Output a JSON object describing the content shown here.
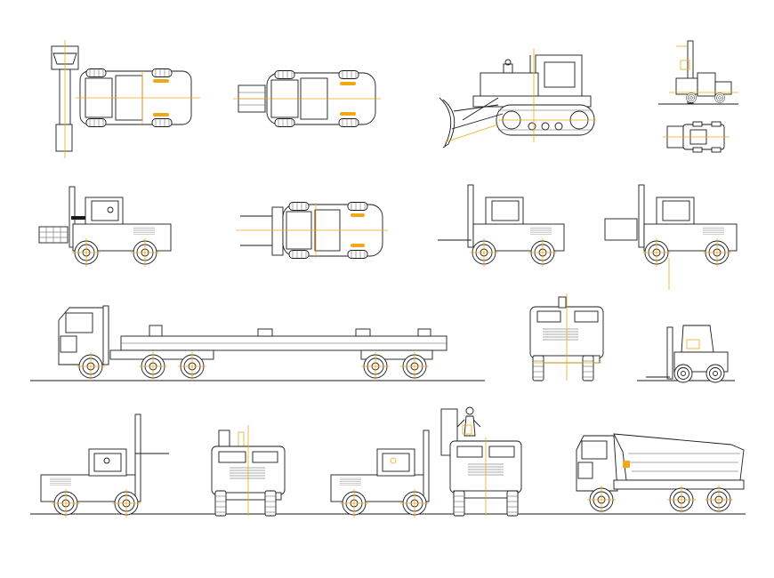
{
  "colors": {
    "background": "#ffffff",
    "linework": "#1a1a1a",
    "centerline": "#f0a818"
  },
  "drawings": [
    {
      "id": "forklift-top-view-front-attachment",
      "row": 1
    },
    {
      "id": "forklift-top-view-pallet-fork",
      "row": 1
    },
    {
      "id": "bulldozer-side-view",
      "row": 1
    },
    {
      "id": "forklift-small-side-view",
      "row": 1
    },
    {
      "id": "forklift-small-top-view",
      "row": 1
    },
    {
      "id": "forklift-side-view-with-load",
      "row": 2
    },
    {
      "id": "forklift-top-view-forks",
      "row": 2
    },
    {
      "id": "forklift-side-view-forks",
      "row": 2
    },
    {
      "id": "forklift-side-view-box-load",
      "row": 2
    },
    {
      "id": "flatbed-truck-side-view",
      "row": 3
    },
    {
      "id": "truck-rear-view",
      "row": 3
    },
    {
      "id": "compact-forklift-side-view",
      "row": 3
    },
    {
      "id": "forklift-rear-mast-side-view",
      "row": 4
    },
    {
      "id": "forklift-rear-view",
      "row": 4
    },
    {
      "id": "forklift-side-view-lifted-load",
      "row": 4
    },
    {
      "id": "forklift-rear-view-with-operator",
      "row": 4
    },
    {
      "id": "dump-truck-side-view",
      "row": 4
    }
  ]
}
